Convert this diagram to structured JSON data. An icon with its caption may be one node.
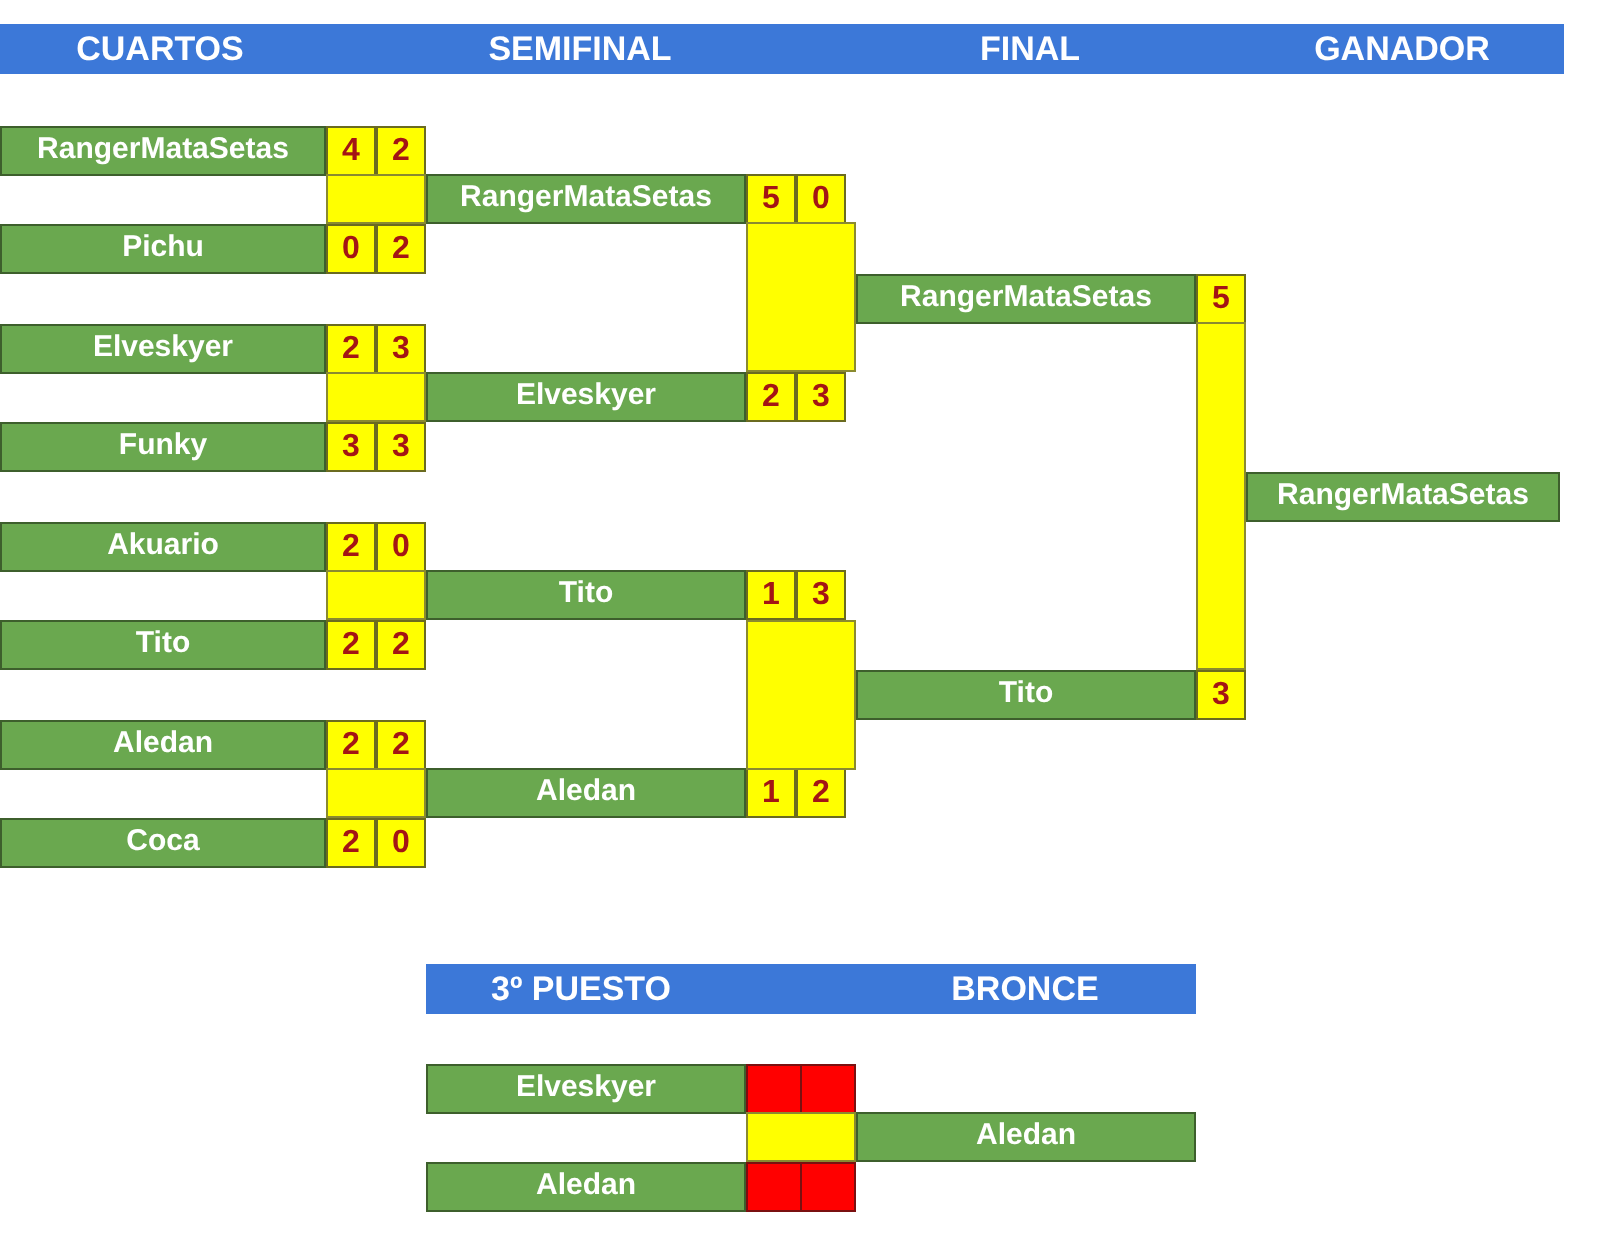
{
  "diagram": {
    "nodes": [
      {
        "text": [
          "RangerMataSetas"
        ]
      },
      {
        "text": [
          "Pichu"
        ]
      },
      {
        "text": [
          "Elveskyer"
        ]
      },
      {
        "text": [
          "Funky"
        ]
      },
      {
        "text": [
          "Akuario"
        ]
      },
      {
        "text": [
          "Tito"
        ]
      },
      {
        "text": [
          "Aledan"
        ]
      },
      {
        "text": [
          "Coca"
        ]
      },
      {
        "text": [
          "RangerMataSetas"
        ]
      },
      {
        "text": [
          "Elveskyer"
        ]
      },
      {
        "text": [
          "Tito"
        ]
      },
      {
        "text": [
          "Aledan"
        ]
      },
      {
        "text": [
          "RangerMataSetas"
        ]
      },
      {
        "text": [
          "Tito"
        ]
      },
      {
        "text": [
          "RangerMataSetas"
        ]
      },
      {
        "text": [
          "Elveskyer"
        ]
      },
      {
        "text": [
          "Aledan"
        ]
      },
      {
        "text": [
          "Aledan"
        ]
      },
      {
        "text": [],
        "shape": "bar"
      },
      {
        "text": [],
        "shape": "bar"
      },
      {
        "text": [],
        "shape": "bar"
      },
      {
        "text": [],
        "shape": "bar"
      },
      {
        "text": [],
        "shape": "bar"
      },
      {
        "text": [],
        "shape": "bar"
      },
      {
        "text": [],
        "shape": "bar"
      },
      {
        "text": [],
        "shape": "bar"
      }
    ],
    "labels": [
      "CUARTOS",
      "SEMIFINAL",
      "FINAL",
      "GANADOR",
      "4",
      "2",
      "5",
      "0",
      "0",
      "2",
      "5",
      "2",
      "3",
      "2",
      "3",
      "3",
      "3",
      "2",
      "0",
      "1",
      "3",
      "2",
      "2",
      "3",
      "2",
      "2",
      "1",
      "2",
      "2",
      "0",
      "3º PUESTO",
      "BRONCE"
    ]
  }
}
